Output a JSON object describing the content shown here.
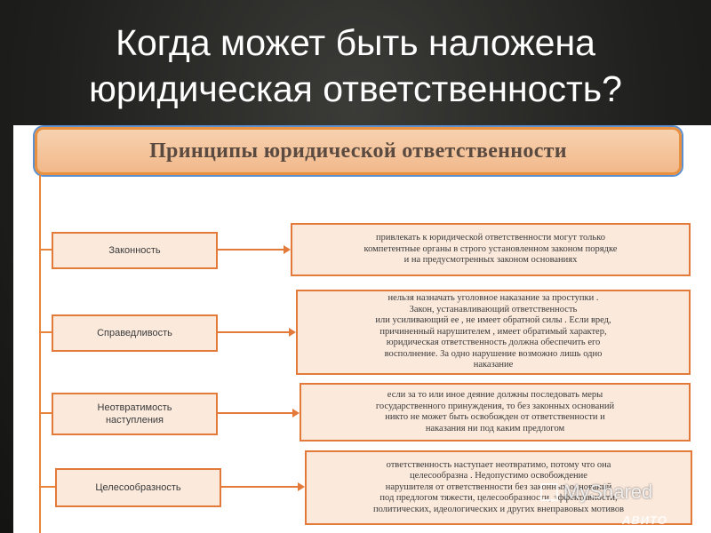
{
  "slide": {
    "title_lines": [
      "Когда может быть наложена",
      "юридическая ответственность?"
    ]
  },
  "diagram": {
    "header": "Принципы юридической ответственности",
    "rows": [
      {
        "principle": "Законность",
        "description_lines": [
          "привлекать к юридической ответственности могут только",
          "компетентные органы в строго установленном законом порядке",
          "и на предусмотренных законом основаниях"
        ]
      },
      {
        "principle": "Справедливость",
        "description_lines": [
          "нельзя назначать уголовное наказание за проступки .",
          "Закон, устанавливающий ответственность",
          "или усиливающий ее , не имеет обратной силы . Если вред,",
          "причиненный нарушителем , имеет обратимый характер,",
          "юридическая ответственность должна обеспечить его",
          "восполнение. За одно нарушение возможно лишь одно",
          "наказание"
        ]
      },
      {
        "principle": "Неотвратимость наступления",
        "description_lines": [
          "если за то или иное деяние должны последовать меры",
          "государственного принуждения, то без законных оснований",
          "никто не может быть освобожден от ответственности и",
          "наказания ни под каким предлогом"
        ]
      },
      {
        "principle": "Целесообразность",
        "description_lines": [
          "ответственность наступает неотвратимо, потому что она",
          "целесообразна . Недопустимо освобождение",
          "нарушителя от ответственности без законных оснований",
          "под предлогом тяжести, целесообразности, эффективности,",
          "политических, идеологических и других внеправовых мотивов"
        ]
      }
    ]
  },
  "watermark": {
    "text": "MyShared",
    "brand": "АВИТО"
  }
}
